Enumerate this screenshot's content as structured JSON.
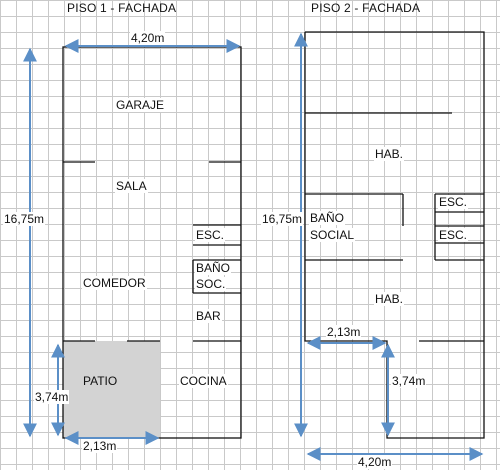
{
  "titles": {
    "floor1": "PISO 1 - FACHADA",
    "floor2": "PISO 2 - FACHADA"
  },
  "floor1": {
    "rooms": {
      "garaje": "GARAJE",
      "sala": "SALA",
      "esc": "ESC.",
      "bano_line1": "BAÑO",
      "bano_line2": "SOC.",
      "comedor": "COMEDOR",
      "bar": "BAR",
      "patio": "PATIO",
      "cocina": "COCINA"
    },
    "dimensions": {
      "width": "4,20m",
      "height": "16,75m",
      "patio_height": "3,74m",
      "patio_width": "2,13m"
    }
  },
  "floor2": {
    "rooms": {
      "hab_top": "HAB.",
      "bano_line1": "BAÑO",
      "bano_line2": "SOCIAL",
      "esc_top": "ESC.",
      "esc_bottom": "ESC.",
      "hab_bottom": "HAB."
    },
    "dimensions": {
      "height": "16,75m",
      "cut_width": "2,13m",
      "cut_height": "3,74m",
      "width": "4,20m"
    }
  },
  "colors": {
    "wall": "#111111",
    "dimension": "#5b8fc7",
    "patio_fill": "#d3d3d3",
    "grid": "#c9c9c9"
  }
}
